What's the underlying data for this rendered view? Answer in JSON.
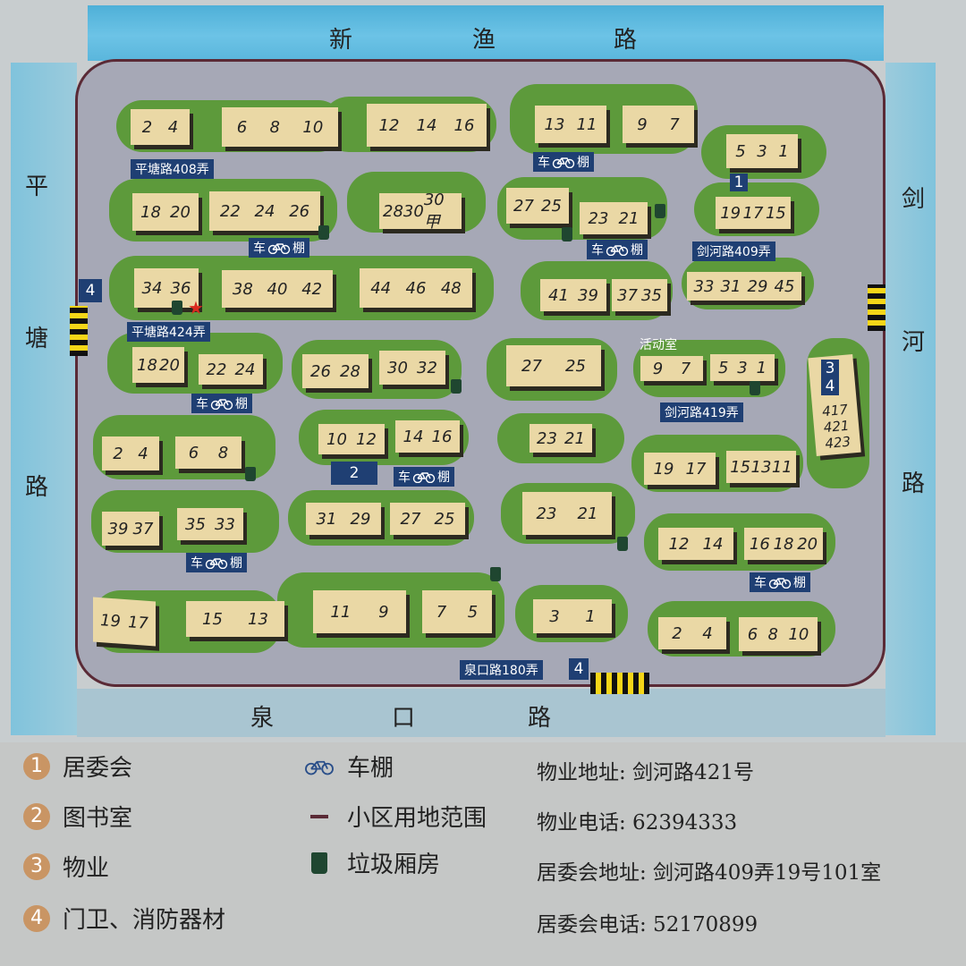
{
  "roads": {
    "top": [
      "新",
      "渔",
      "路"
    ],
    "left": [
      "平",
      "塘",
      "路"
    ],
    "right": [
      "剑",
      "河",
      "路"
    ],
    "bottom": [
      "泉",
      "口",
      "路"
    ]
  },
  "streets": {
    "pingtang408": "平塘路408弄",
    "pingtang424": "平塘路424弄",
    "jianhe409": "剑河路409弄",
    "jianhe419": "剑河路419弄",
    "quankou180": "泉口路180弄"
  },
  "bike_shed_label": "车",
  "bike_shed_suffix": "棚",
  "activity_room": "活动室",
  "gate_numbers": {
    "left": "4",
    "bottom": "4",
    "center": "2",
    "north": "1",
    "tag3": "3",
    "tag4": "4"
  },
  "buildings": [
    [
      "2",
      "4"
    ],
    [
      "6",
      "8",
      "10"
    ],
    [
      "12",
      "14",
      "16"
    ],
    [
      "13",
      "11"
    ],
    [
      "9",
      "7"
    ],
    [
      "5",
      "3",
      "1"
    ],
    [
      "18",
      "20"
    ],
    [
      "22",
      "24",
      "26"
    ],
    [
      "28",
      "30",
      "30甲"
    ],
    [
      "27",
      "25"
    ],
    [
      "23",
      "21"
    ],
    [
      "19",
      "17",
      "15"
    ],
    [
      "34",
      "36"
    ],
    [
      "38",
      "40",
      "42"
    ],
    [
      "44",
      "46",
      "48"
    ],
    [
      "41",
      "39"
    ],
    [
      "37",
      "35"
    ],
    [
      "33",
      "31",
      "29",
      "45"
    ],
    [
      "18",
      "20"
    ],
    [
      "22",
      "24"
    ],
    [
      "26",
      "28"
    ],
    [
      "30",
      "32"
    ],
    [
      "27",
      "25"
    ],
    [
      "9",
      "7"
    ],
    [
      "5",
      "3",
      "1"
    ],
    [
      "417",
      "421",
      "423"
    ],
    [
      "2",
      "4"
    ],
    [
      "6",
      "8"
    ],
    [
      "10",
      "12"
    ],
    [
      "14",
      "16"
    ],
    [
      "23",
      "21"
    ],
    [
      "19",
      "17"
    ],
    [
      "15",
      "13",
      "11"
    ],
    [
      "39",
      "37"
    ],
    [
      "35",
      "33"
    ],
    [
      "31",
      "29"
    ],
    [
      "27",
      "25"
    ],
    [
      "23",
      "21"
    ],
    [
      "12",
      "14"
    ],
    [
      "16",
      "18",
      "20"
    ],
    [
      "19",
      "17"
    ],
    [
      "15",
      "13"
    ],
    [
      "11",
      "9"
    ],
    [
      "7",
      "5"
    ],
    [
      "3",
      "1"
    ],
    [
      "2",
      "4"
    ],
    [
      "6",
      "8",
      "10"
    ]
  ],
  "legend": {
    "items": [
      {
        "num": "1",
        "text": "居委会"
      },
      {
        "num": "2",
        "text": "图书室"
      },
      {
        "num": "3",
        "text": "物业"
      },
      {
        "num": "4",
        "text": "门卫、消防器材"
      }
    ],
    "symbols": [
      {
        "icon": "bicycle-icon",
        "text": "车棚"
      },
      {
        "icon": "boundary-line-icon",
        "text": "小区用地范围"
      },
      {
        "icon": "trash-bin-icon",
        "text": "垃圾厢房"
      }
    ],
    "info": [
      "物业地址: 剑河路421号",
      "物业电话: 62394333",
      "居委会地址: 剑河路409弄19号101室",
      "居委会电话: 52170899"
    ]
  },
  "colors": {
    "water": "#5ab6dc",
    "green": "#5d9a3b",
    "building": "#ead8a5",
    "label": "#1f3f73",
    "boundary": "#5a2a36"
  }
}
